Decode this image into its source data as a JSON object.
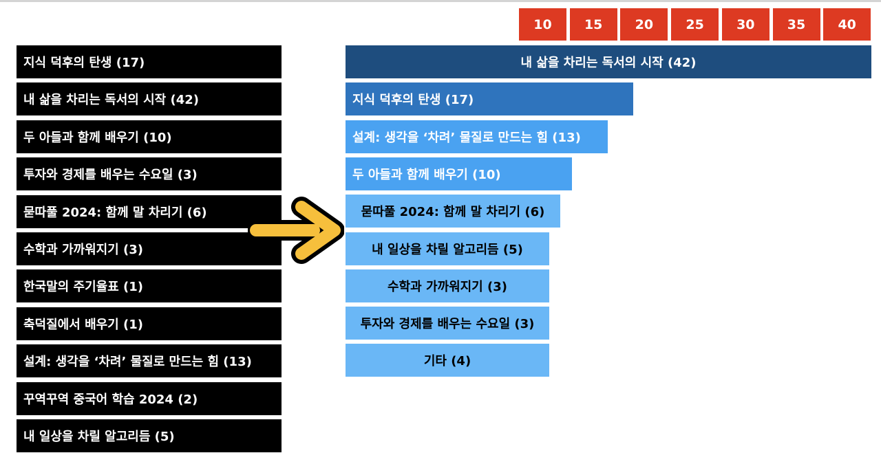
{
  "scale": [
    "10",
    "15",
    "20",
    "25",
    "30",
    "35",
    "40"
  ],
  "list": [
    "지식 덕후의 탄생 (17)",
    "내 삶을 차리는 독서의 시작 (42)",
    "두 아들과 함께 배우기 (10)",
    "투자와 경제를 배우는 수요일 (3)",
    "묻따풀 2024: 함께 말 차리기 (6)",
    "수학과 가까워지기 (3)",
    "한국말의 주기율표 (1)",
    "축덕질에서 배우기 (1)",
    "설계: 생각을 ‘차려’ 물질로 만드는 힘 (13)",
    "꾸역꾸역 중국어 학습 2024 (2)",
    "내 일상을 차릴 알고리듬 (5)"
  ],
  "chart_data": {
    "type": "bar",
    "categories": [
      "내 삶을 차리는 독서의 시작",
      "지식 덕후의 탄생",
      "설계: 생각을 ‘차려’ 물질로 만드는 힘",
      "두 아들과 함께 배우기",
      "묻따풀 2024: 함께 말 차리기",
      "내 일상을 차릴 알고리듬",
      "수학과 가까워지기",
      "투자와 경제를 배우는 수요일",
      "기타"
    ],
    "values": [
      42,
      17,
      13,
      10,
      6,
      5,
      3,
      3,
      4
    ],
    "labels": [
      "내 삶을 차리는 독서의 시작 (42)",
      "지식 덕후의 탄생 (17)",
      "설계: 생각을 ‘차려’ 물질로 만드는 힘 (13)",
      "두 아들과 함께 배우기 (10)",
      "묻따풀 2024: 함께 말 차리기 (6)",
      "내 일상을 차릴 알고리듬 (5)",
      "수학과 가까워지기 (3)",
      "투자와 경제를 배우는 수요일 (3)",
      "기타 (4)"
    ],
    "xlim": [
      0,
      42
    ],
    "colors": [
      "#1e4d7e",
      "#2f74bd",
      "#4aa2f1",
      "#4aa2f1",
      "#6ab7f6",
      "#6ab7f6",
      "#6ab7f6",
      "#6ab7f6",
      "#6ab7f6"
    ],
    "text_colors": [
      "#ffffff",
      "#ffffff",
      "#ffffff",
      "#ffffff",
      "#000000",
      "#000000",
      "#000000",
      "#000000",
      "#000000"
    ],
    "orientation": "horizontal"
  },
  "arrow_color": "#f6bf3c"
}
